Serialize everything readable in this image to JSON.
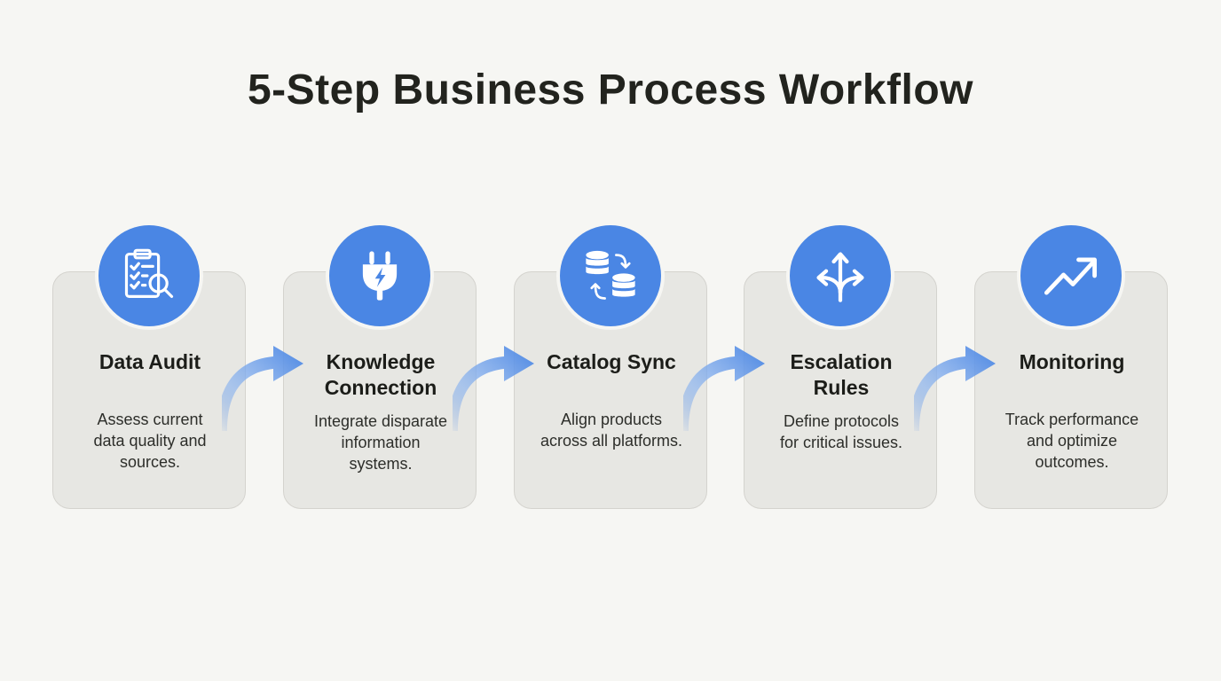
{
  "title": "5-Step Business Process Workflow",
  "colors": {
    "accent": "#4a86e4",
    "card": "#e7e7e3",
    "background": "#f6f6f3"
  },
  "steps": [
    {
      "title": "Data Audit",
      "description": "Assess current\ndata quality and\nsources.",
      "icon": "clipboard-checklist-magnifier-icon"
    },
    {
      "title": "Knowledge\nConnection",
      "description": "Integrate disparate\ninformation\nsystems.",
      "icon": "plug-lightning-icon"
    },
    {
      "title": "Catalog Sync",
      "description": "Align products\nacross all platforms.",
      "icon": "database-sync-icon"
    },
    {
      "title": "Escalation\nRules",
      "description": "Define protocols\nfor critical issues.",
      "icon": "branching-arrows-icon"
    },
    {
      "title": "Monitoring",
      "description": "Track performance\nand optimize\noutcomes.",
      "icon": "trend-up-arrow-icon"
    }
  ]
}
